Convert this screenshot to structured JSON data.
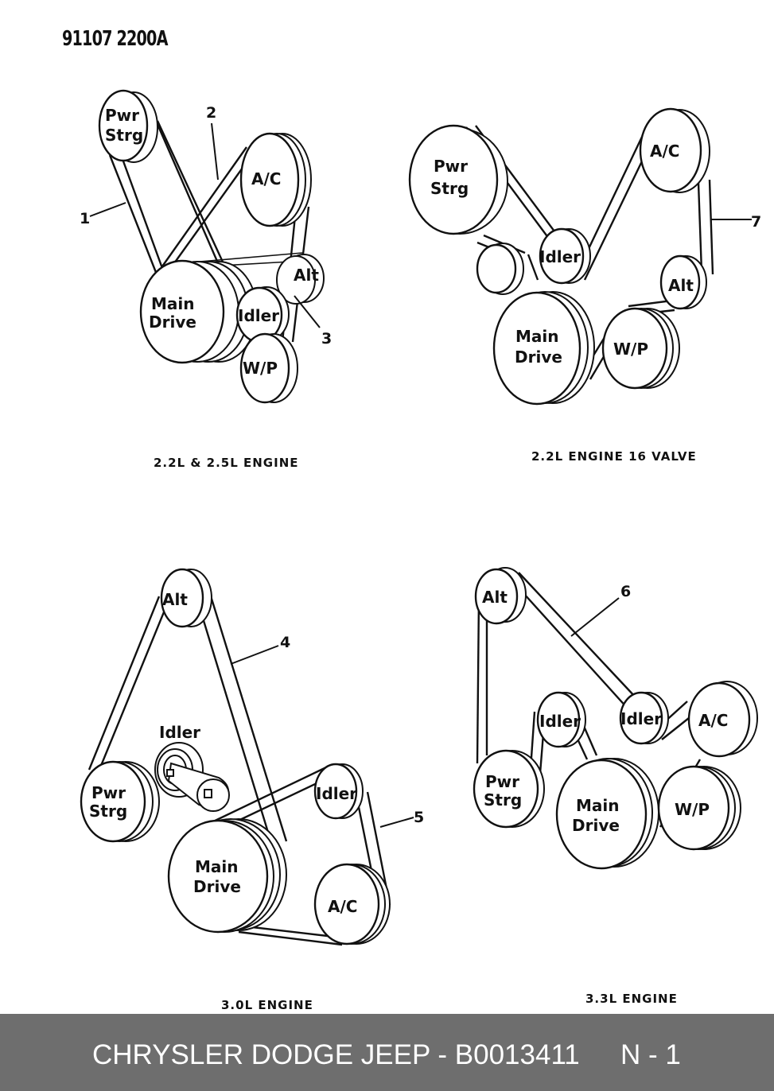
{
  "header": {
    "ref_code": "91107 2200A"
  },
  "diagrams": [
    {
      "caption": "2.2L & 2.5L ENGINE",
      "pulleys": [
        "Pwr Strg",
        "A/C",
        "Alt",
        "Main Drive",
        "Idler",
        "W/P"
      ],
      "callouts": [
        "1",
        "2",
        "3"
      ]
    },
    {
      "caption": "2.2L ENGINE 16 VALVE",
      "pulleys": [
        "Pwr Strg",
        "A/C",
        "Idler",
        "Alt",
        "Main Drive",
        "W/P"
      ],
      "callouts": [
        "7"
      ]
    },
    {
      "caption": "3.0L ENGINE",
      "pulleys": [
        "Alt",
        "Idler",
        "Pwr Strg",
        "Idler",
        "Main Drive",
        "A/C"
      ],
      "callouts": [
        "4",
        "5"
      ]
    },
    {
      "caption": "3.3L ENGINE",
      "pulleys": [
        "Alt",
        "Idler",
        "Idler",
        "A/C",
        "Pwr Strg",
        "Main Drive",
        "W/P"
      ],
      "callouts": [
        "6"
      ]
    }
  ],
  "footer": {
    "catalog": "CHRYSLER DODGE JEEP - B0013411",
    "page": "N - 1"
  }
}
